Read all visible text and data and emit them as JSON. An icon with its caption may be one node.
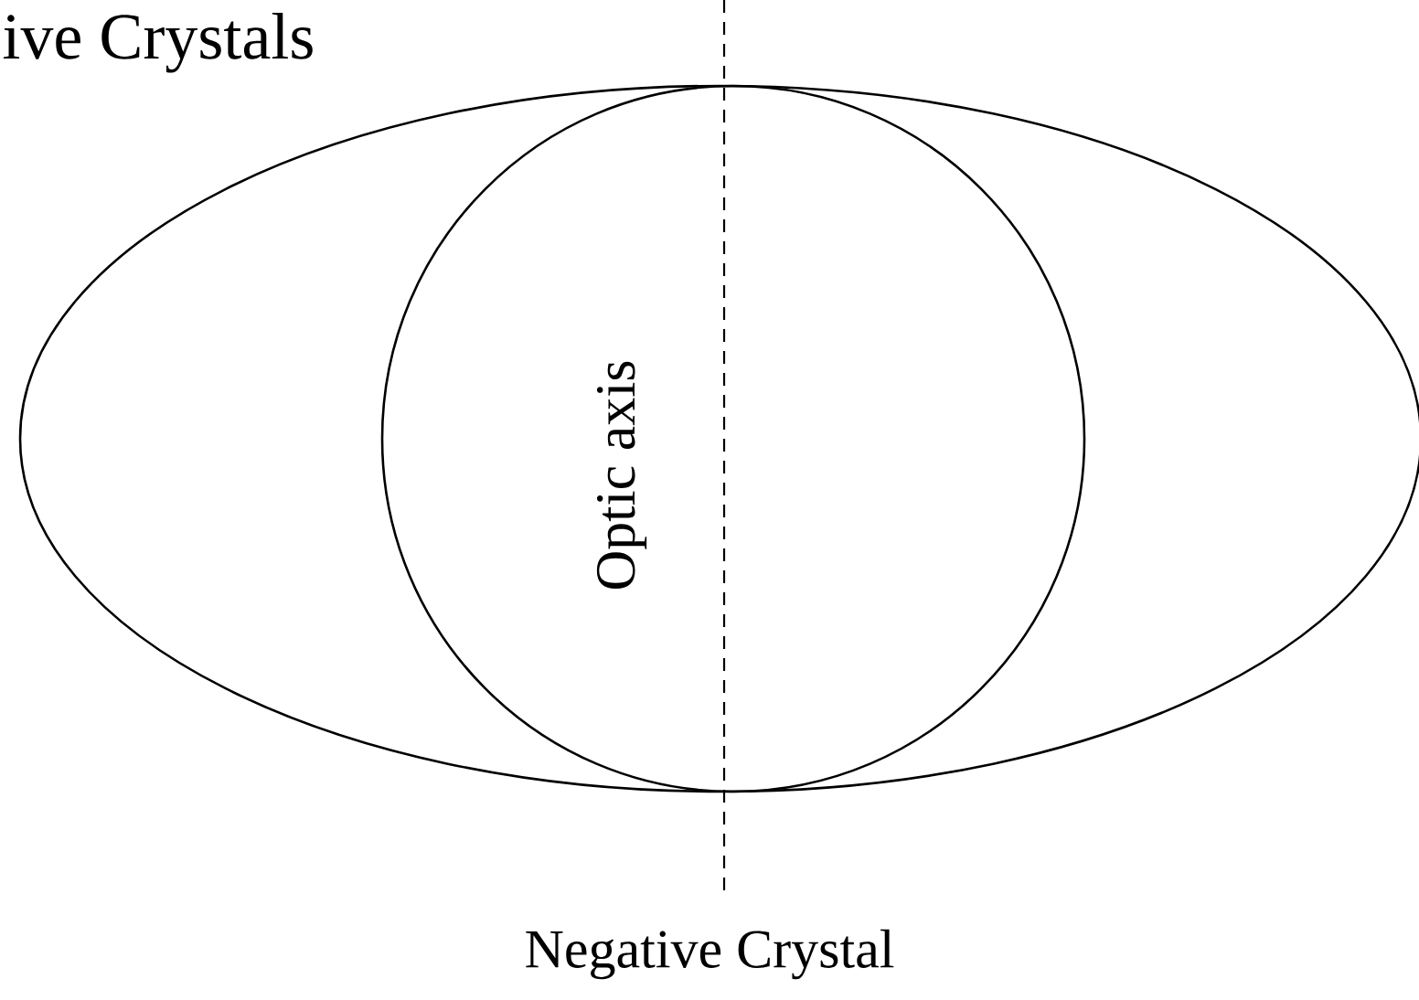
{
  "diagram": {
    "labels": [
      "ive Crystals",
      "Optic axis",
      "Negative Crystal"
    ]
  }
}
